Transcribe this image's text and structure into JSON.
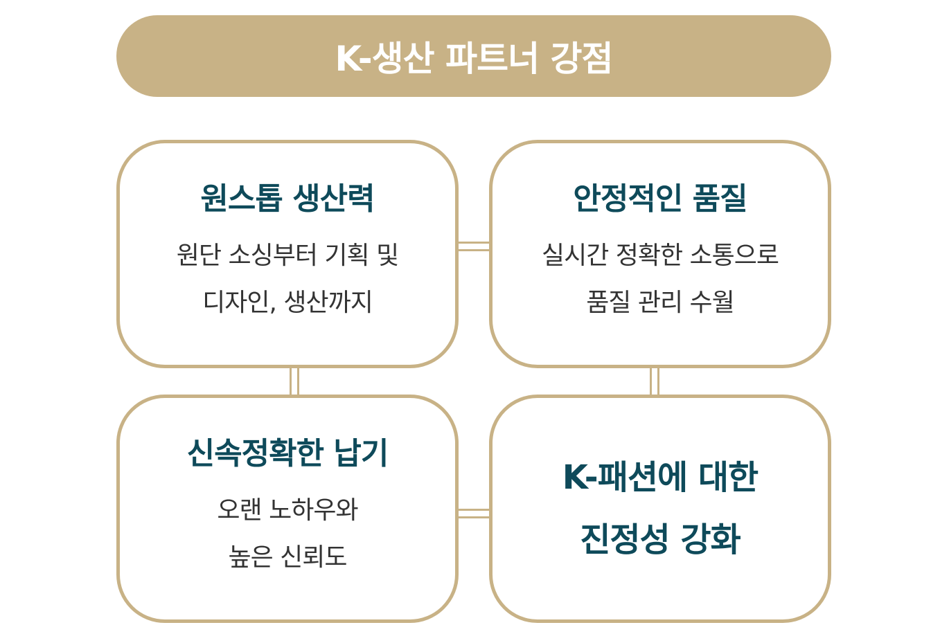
{
  "header": {
    "title": "K-생산 파트너 강점"
  },
  "cards": [
    {
      "title": "원스톱 생산력",
      "desc_line1": "원단 소싱부터 기획 및",
      "desc_line2": "디자인, 생산까지"
    },
    {
      "title": "안정적인 품질",
      "desc_line1": "실시간 정확한 소통으로",
      "desc_line2": "품질 관리 수월"
    },
    {
      "title": "신속정확한 납기",
      "desc_line1": "오랜 노하우와",
      "desc_line2": "높은 신뢰도"
    },
    {
      "title_line1": "K-패션에 대한",
      "title_line2": "진정성 강화"
    }
  ],
  "colors": {
    "accent": "#c8b286",
    "title": "#0e4a5a",
    "text": "#333333"
  }
}
